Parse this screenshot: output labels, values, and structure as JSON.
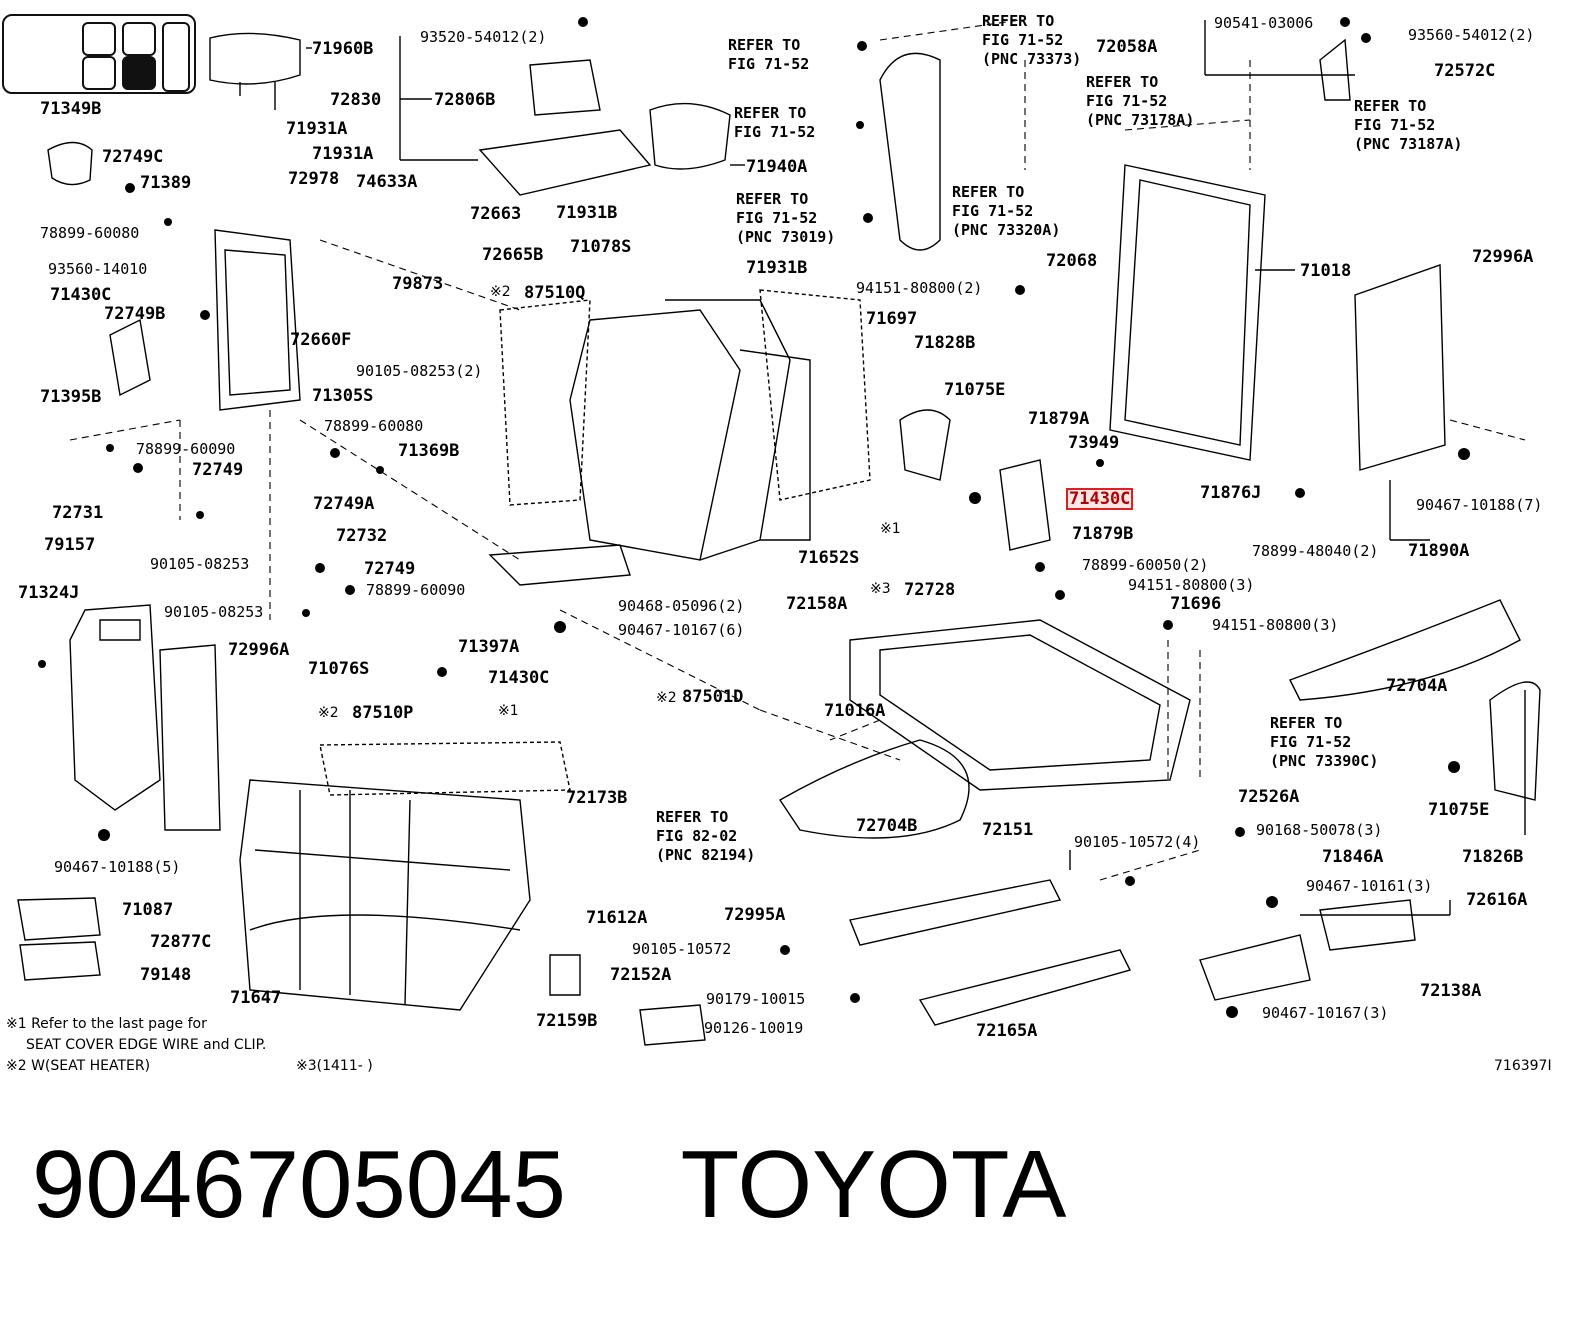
{
  "diagram": {
    "code": "716397I",
    "highlighted_part": "71430C",
    "labels": [
      "71960B",
      "71349B",
      "72749C",
      "71389",
      "78899-60080",
      "93560-14010",
      "71430C",
      "72749B",
      "71395B",
      "78899-60090",
      "72749",
      "72731",
      "90105-08253",
      "79157",
      "71324J",
      "72996A",
      "71087",
      "90467-10188(5)",
      "72877C",
      "79148",
      "71647",
      "93520-54012(2)",
      "72830",
      "72806B",
      "71931A",
      "71931A",
      "72978",
      "74633A",
      "72663",
      "72665B",
      "79873",
      "72660F",
      "90105-08253(2)",
      "71305S",
      "78899-60080",
      "71369B",
      "72749A",
      "72732",
      "72749",
      "78899-60090",
      "90105-08253",
      "71397A",
      "71430C",
      "71076S",
      "87510P",
      "71612A",
      "72173B",
      "87501D",
      "71940A",
      "71931B",
      "71931B",
      "71078S",
      "87510Q",
      "71697",
      "71652S",
      "90468-05096(2)",
      "72158A",
      "90467-10167(6)",
      "71828B",
      "71075E",
      "94151-80800(2)",
      "72068",
      "71018",
      "71879A",
      "73949",
      "71430C",
      "71876J",
      "71879B",
      "78899-60050(2)",
      "94151-80800(3)",
      "72728",
      "71696",
      "94151-80800(3)",
      "71016A",
      "72704B",
      "72151",
      "72526A",
      "90105-10572(4)",
      "90168-50078(3)",
      "71846A",
      "72995A",
      "90105-10572",
      "90179-10015",
      "90126-10019",
      "72165A",
      "72152A",
      "72159B",
      "72058A",
      "90541-03006",
      "93560-54012(2)",
      "72572C",
      "72996A",
      "90467-10188(7)",
      "71890A",
      "78899-48040(2)",
      "72704A",
      "71075E",
      "71826B",
      "90467-10161(3)",
      "72616A",
      "72138A",
      "90467-10167(3)"
    ],
    "refs": [
      "REFER TO\nFIG 71-52",
      "REFER TO\nFIG 71-52\n(PNC 73373)",
      "REFER TO\nFIG 71-52\n(PNC 73178A)",
      "REFER TO\nFIG 71-52\n(PNC 73187A)",
      "REFER TO\nFIG 71-52",
      "REFER TO\nFIG 71-52\n(PNC 73019)",
      "REFER TO\nFIG 71-52\n(PNC 73320A)",
      "REFER TO\nFIG 71-52\n(PNC 73390C)",
      "REFER TO\nFIG 82-02\n(PNC 82194)"
    ],
    "marks": [
      "※2",
      "※1",
      "※3",
      "※2",
      "※1",
      "※2"
    ],
    "notes": [
      "※1 Refer to the last page for",
      "SEAT COVER EDGE WIRE and CLIP.",
      "※2  W(SEAT  HEATER)",
      "※3(1411-      )"
    ]
  },
  "footer": {
    "part_number": "9046705045",
    "brand": "TOYOTA"
  },
  "colors": {
    "highlight": "#e02020",
    "ink": "#000000"
  }
}
